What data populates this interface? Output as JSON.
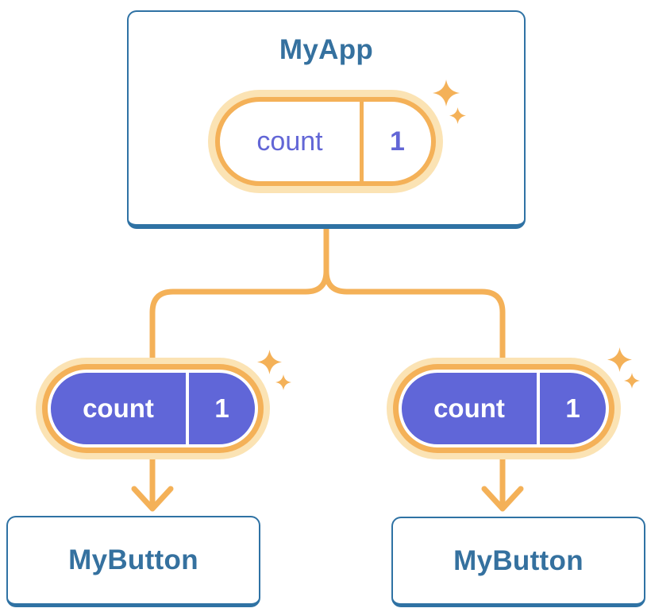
{
  "colors": {
    "background": "#FFFFFF",
    "blue_border": "#2F72A4",
    "blue_text": "#35719F",
    "orange": "#F4B158",
    "cream": "#FBE3B4",
    "purple": "#6066D8",
    "purple_text": "#6266D6"
  },
  "root": {
    "title": "MyApp",
    "state": {
      "name": "count",
      "value": "1"
    }
  },
  "children": [
    {
      "title": "MyButton",
      "pill": {
        "name": "count",
        "value": "1"
      }
    },
    {
      "title": "MyButton",
      "pill": {
        "name": "count",
        "value": "1"
      }
    }
  ],
  "decorations": {
    "sparkle": "4-point-star"
  }
}
